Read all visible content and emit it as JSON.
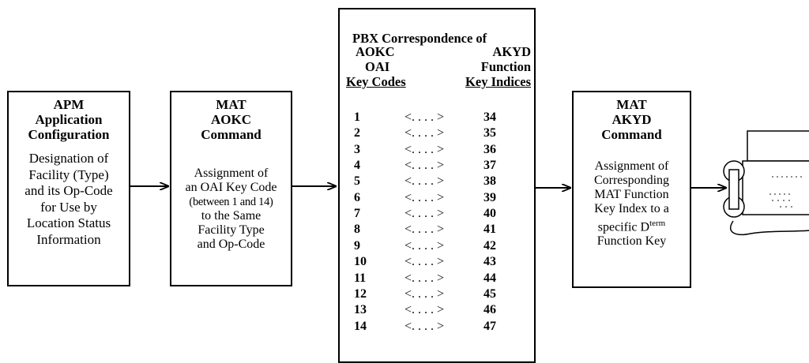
{
  "box_apm": {
    "title_lines": [
      "APM",
      "Application",
      "Configuration"
    ],
    "body_lines": [
      "Designation of",
      "Facility (Type)",
      "and its Op-Code",
      "for Use by",
      "Location Status",
      "Information"
    ]
  },
  "box_aokc": {
    "title_lines": [
      "MAT",
      "AOKC",
      "Command"
    ],
    "body_lines": [
      "Assignment of",
      "an OAI Key Code",
      "(between 1 and 14)",
      "to the Same",
      "Facility Type",
      "and Op-Code"
    ]
  },
  "box_pbx": {
    "title": "PBX Correspondence of",
    "left_header_lines": [
      "AOKC",
      "OAI"
    ],
    "left_header_underlined": "Key Codes",
    "right_header_lines": [
      "AKYD",
      "Function"
    ],
    "right_header_underlined": "Key Indices",
    "mapping_symbol": "<. . . . >",
    "rows": [
      {
        "key_code": "1",
        "key_index": "34"
      },
      {
        "key_code": "2",
        "key_index": "35"
      },
      {
        "key_code": "3",
        "key_index": "36"
      },
      {
        "key_code": "4",
        "key_index": "37"
      },
      {
        "key_code": "5",
        "key_index": "38"
      },
      {
        "key_code": "6",
        "key_index": "39"
      },
      {
        "key_code": "7",
        "key_index": "40"
      },
      {
        "key_code": "8",
        "key_index": "41"
      },
      {
        "key_code": "9",
        "key_index": "42"
      },
      {
        "key_code": "10",
        "key_index": "43"
      },
      {
        "key_code": "11",
        "key_index": "44"
      },
      {
        "key_code": "12",
        "key_index": "45"
      },
      {
        "key_code": "13",
        "key_index": "46"
      },
      {
        "key_code": "14",
        "key_index": "47"
      }
    ]
  },
  "box_akyd": {
    "title_lines": [
      "MAT",
      "AKYD",
      "Command"
    ],
    "body_lines": [
      "Assignment of",
      "Corresponding",
      "MAT Function",
      "Key Index to a"
    ],
    "dterm_prefix": "specific D",
    "dterm_sup": "term",
    "last_line": "Function Key"
  },
  "phone": {
    "icon": "telephone-icon"
  }
}
